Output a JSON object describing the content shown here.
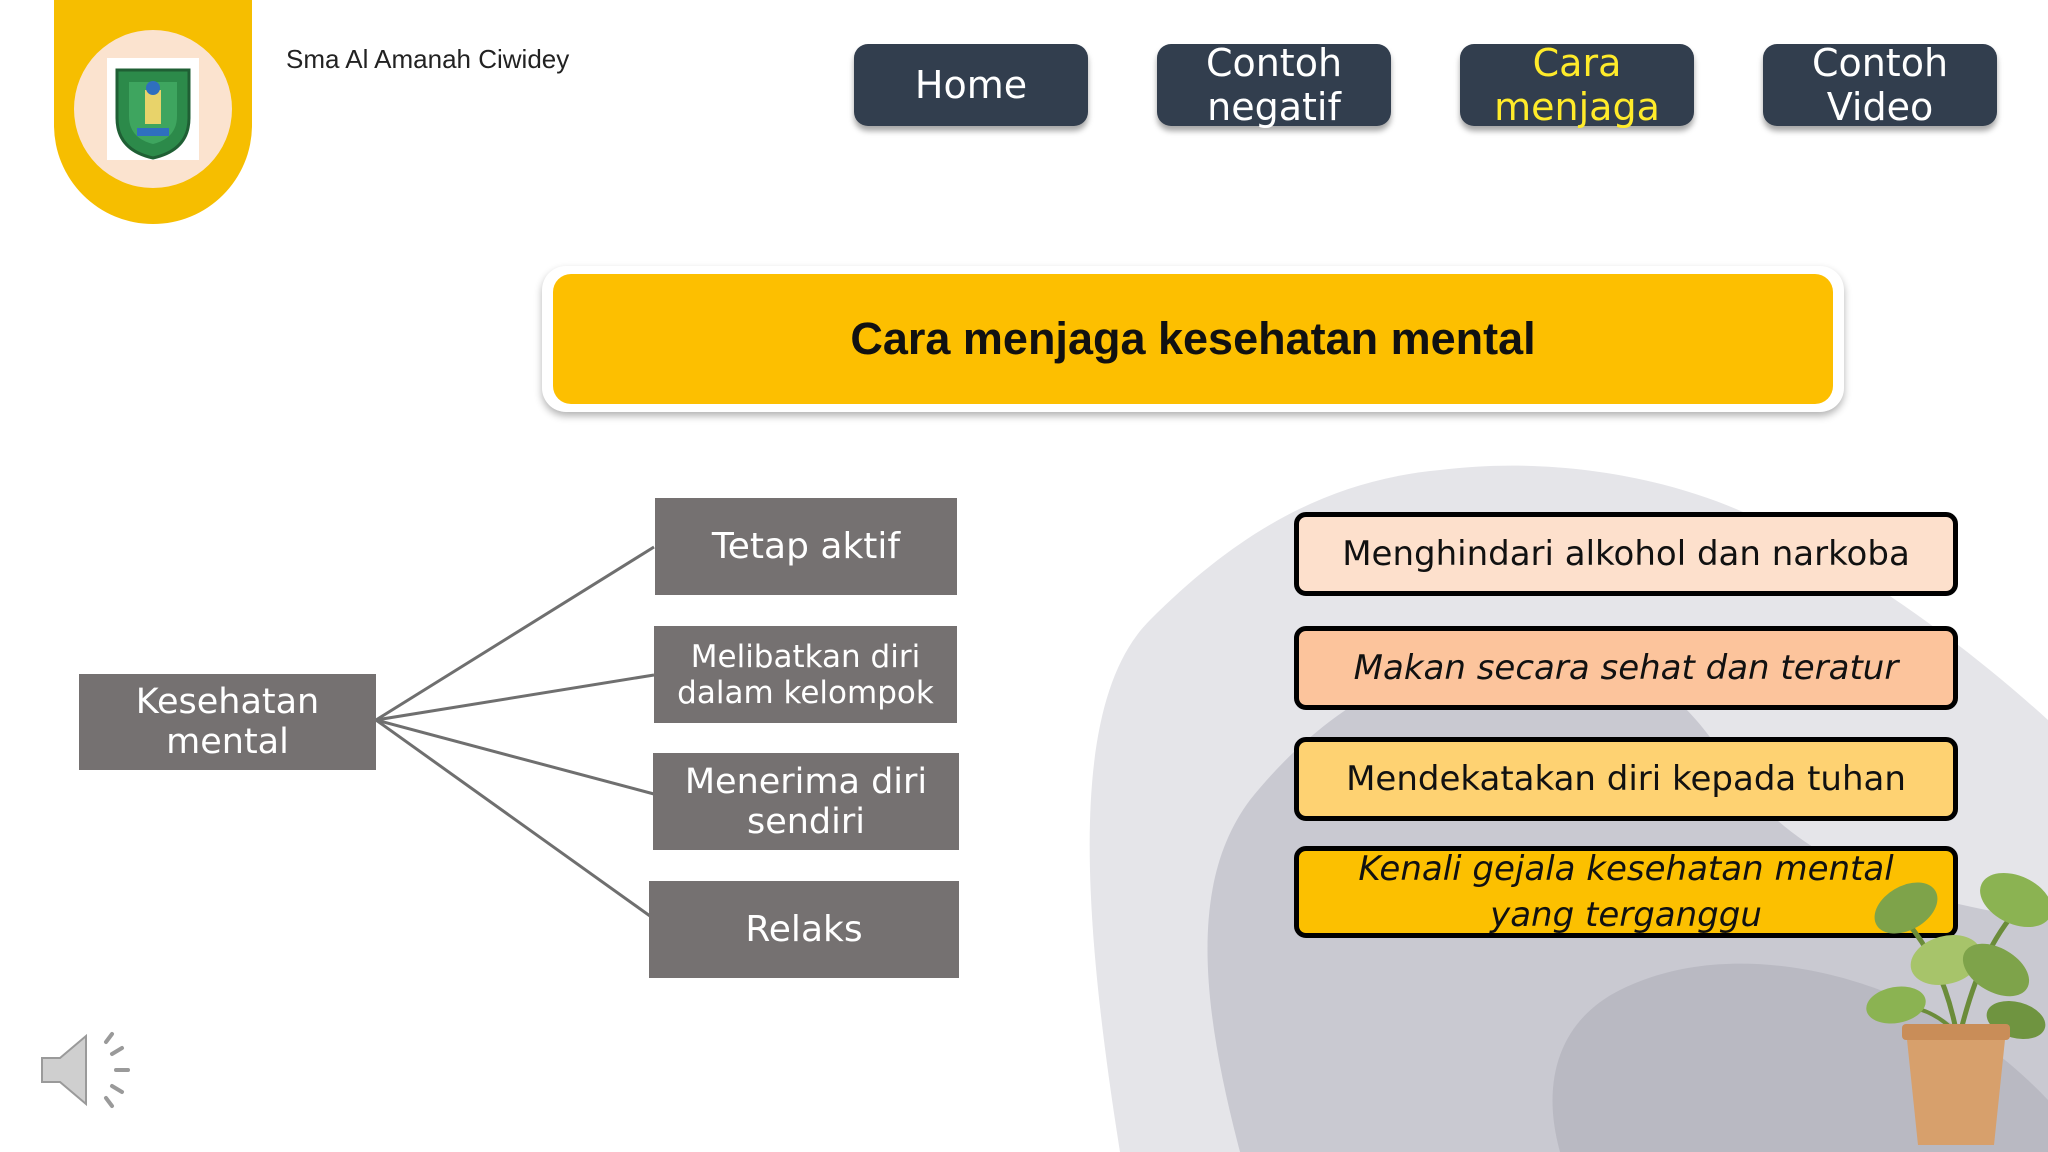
{
  "header": {
    "school_name": "Sma Al Amanah Ciwidey",
    "logo_icon": "school-crest-icon"
  },
  "nav": {
    "items": [
      {
        "label": "Home",
        "active": false
      },
      {
        "label": "Contoh\nnegatif",
        "active": false
      },
      {
        "label": "Cara\nmenjaga",
        "active": true
      },
      {
        "label": "Contoh\nVideo",
        "active": false
      }
    ]
  },
  "title": "Cara menjaga kesehatan mental",
  "mindmap": {
    "root": "Kesehatan\nmental",
    "branches": [
      "Tetap aktif",
      "Melibatkan diri\ndalam kelompok",
      "Menerima diri\nsendiri",
      "Relaks"
    ]
  },
  "tips": [
    {
      "text": "Menghindari alkohol dan narkoba",
      "italic": false,
      "color": "#fde0cc"
    },
    {
      "text": "Makan secara sehat dan teratur",
      "italic": true,
      "color": "#fcc49c"
    },
    {
      "text": "Mendekatakan diri kepada tuhan",
      "italic": false,
      "color": "#fed272"
    },
    {
      "text": "Kenali gejala kesehatan mental yang terganggu",
      "italic": true,
      "color": "#fcc000"
    }
  ],
  "colors": {
    "accent_yellow": "#fdbf00",
    "nav_bg": "#323e4e",
    "nav_active_text": "#ffeb2a",
    "mindmap_box": "#757171"
  },
  "media": {
    "audio_icon": "speaker-icon",
    "decoration": "potted-plant"
  }
}
